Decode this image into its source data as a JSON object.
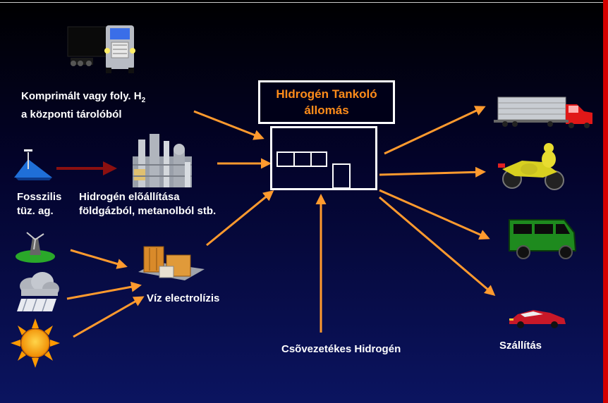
{
  "labels": {
    "compressed_line1": "Komprimált vagy foly. H",
    "compressed_sub": "2",
    "compressed_line2": "a központi tárolóból",
    "fossil_line1": "Fosszilis",
    "fossil_line2": "tüz. ag.",
    "production_line1": "Hidrogén elõállítása",
    "production_line2": "földgázból, metanolból stb.",
    "electrolysis": "Víz electrolízis",
    "station_line1": "HIdrogén Tankoló",
    "station_line2": "állomás",
    "pipeline": "Csõvezetékes Hidrogén",
    "transport": "Szállítás"
  },
  "icons": {
    "tanker_truck": "tanker-truck-icon",
    "refinery": "refinery-plant-icon",
    "oil_well": "oil-well-icon",
    "windmill": "windmill-icon",
    "rain_cloud": "rain-cloud-icon",
    "sun": "sun-icon",
    "electrolysis_plant": "electrolysis-plant-icon",
    "semi_truck": "semi-truck-icon",
    "motorcycle": "motorcycle-icon",
    "van": "van-icon",
    "car": "sports-car-icon"
  },
  "colors": {
    "arrow": "#ff9a2e",
    "fossil_arrow": "#8b1010",
    "station_title": "#ff8c1a",
    "accent_bar": "#d40000"
  }
}
